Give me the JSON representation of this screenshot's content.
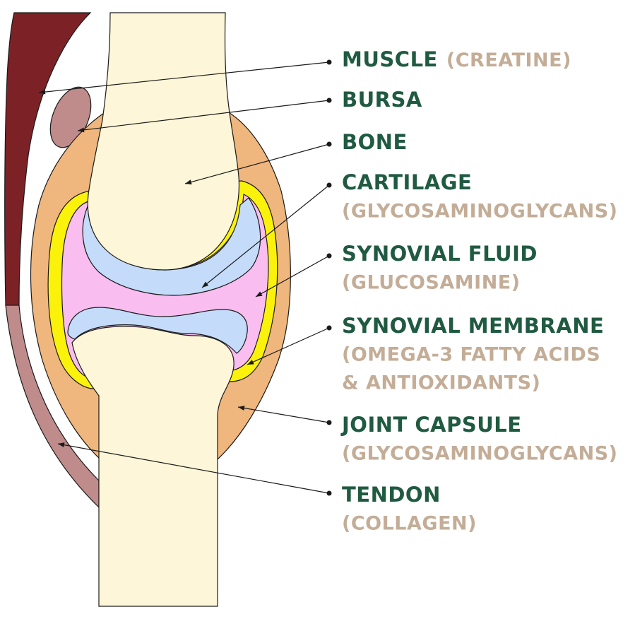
{
  "colors": {
    "label_name": "#1f5a41",
    "label_detail": "#c4ad97",
    "muscle": "#7c2227",
    "bursa": "#bf8b8b",
    "tendon": "#bf8b8b",
    "capsule": "#efb67d",
    "membrane": "#fbf20c",
    "fluid": "#f9bdf0",
    "cartilage": "#c4dcf9",
    "bone": "#fdf6d8",
    "outline": "#1a1a1a"
  },
  "labels": [
    {
      "id": "muscle",
      "name": "MUSCLE",
      "detail": [
        "(CREATINE)"
      ]
    },
    {
      "id": "bursa",
      "name": "BURSA",
      "detail": []
    },
    {
      "id": "bone",
      "name": "BONE",
      "detail": []
    },
    {
      "id": "cartilage",
      "name": "CARTILAGE",
      "detail": [
        "(GLYCOSAMINOGLYCANS)"
      ]
    },
    {
      "id": "synovial-fluid",
      "name": "SYNOVIAL FLUID",
      "detail": [
        "(GLUCOSAMINE)"
      ]
    },
    {
      "id": "synovial-membrane",
      "name": "SYNOVIAL MEMBRANE",
      "detail": [
        "(OMEGA-3 FATTY ACIDS",
        "& ANTIOXIDANTS)"
      ]
    },
    {
      "id": "joint-capsule",
      "name": "JOINT CAPSULE",
      "detail": [
        "(GLYCOSAMINOGLYCANS)"
      ]
    },
    {
      "id": "tendon",
      "name": "TENDON",
      "detail": [
        "(COLLAGEN)"
      ]
    }
  ]
}
